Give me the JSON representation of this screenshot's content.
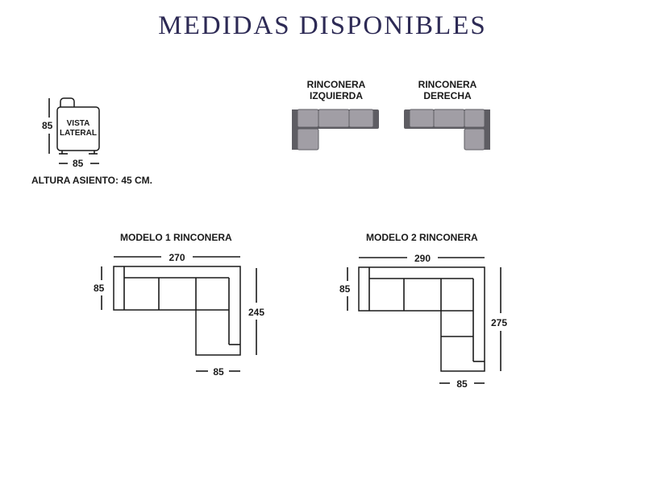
{
  "title": "MEDIDAS DISPONIBLES",
  "side_view": {
    "label_line1": "VISTA",
    "label_line2": "LATERAL",
    "height": "85",
    "width": "85",
    "seat_height": "ALTURA ASIENTO: 45 CM."
  },
  "corner_left": {
    "line1": "RINCONERA",
    "line2": "IZQUIERDA"
  },
  "corner_right": {
    "line1": "RINCONERA",
    "line2": "DERECHA"
  },
  "model1": {
    "title": "MODELO 1 RINCONERA",
    "width": "270",
    "depth": "85",
    "length": "245",
    "chaise_width": "85"
  },
  "model2": {
    "title": "MODELO 2 RINCONERA",
    "width": "290",
    "depth": "85",
    "length": "275",
    "chaise_width": "85"
  },
  "colors": {
    "title": "#2d2a55",
    "sofa_dark": "#5e5d63",
    "sofa_light": "#a19ea5"
  }
}
